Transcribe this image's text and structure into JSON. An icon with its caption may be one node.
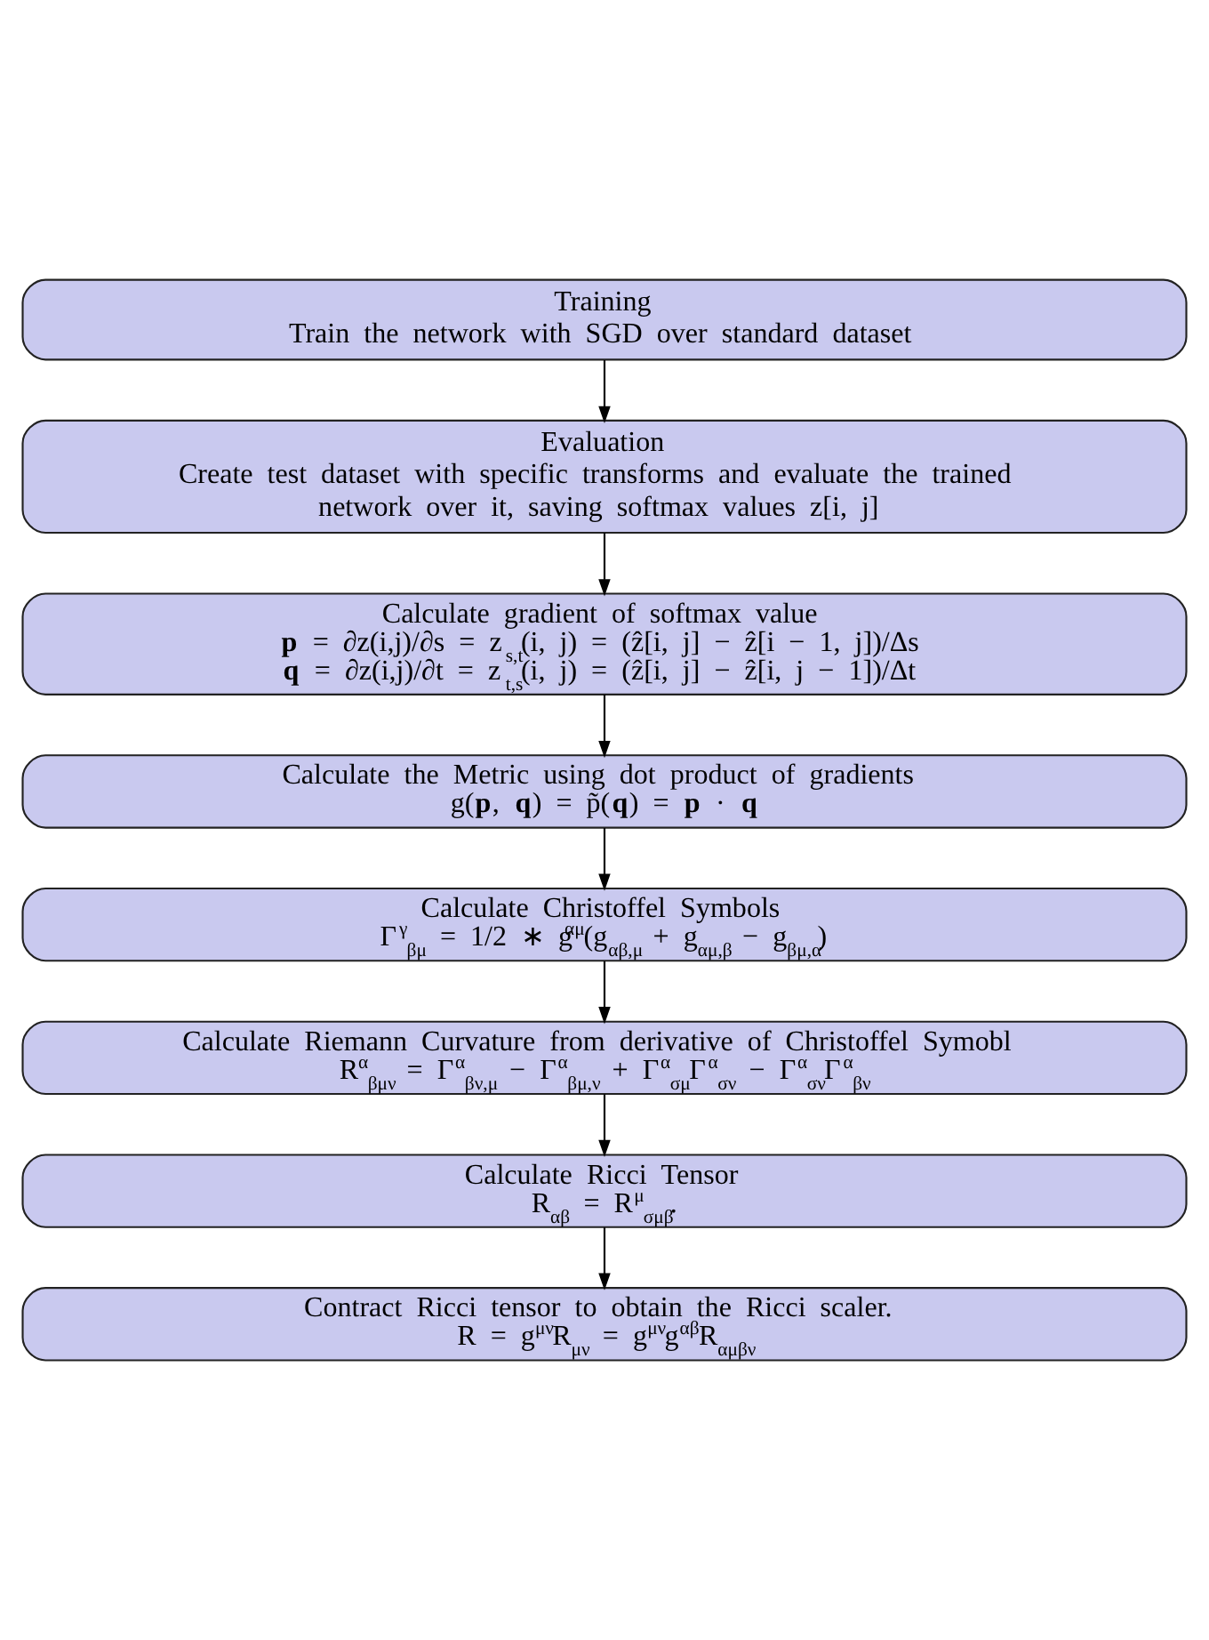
{
  "diagram": {
    "nodes": [
      {
        "text": [
          "Training",
          "Train the network with SGD over standard dataset"
        ]
      },
      {
        "text": [
          "Evaluation",
          "Create test dataset with specific transforms and evaluate the trained network over it, saving softmax values z[i, j]"
        ]
      },
      {
        "text": [
          "Calculate gradient of softmax value",
          "**p** = ∂z(i,j)/∂s = z$_{s,t}$(i, j) = (ẑ[i, j] − ẑ[i − 1, j])/Δs",
          "**q** = ∂z(i,j)/∂t = z$_{t,s}$(i, j) = (ẑ[i, j] − ẑ[i, j − 1])/Δt"
        ]
      },
      {
        "text": [
          "Calculate the Metric using dot product of gradients",
          "g(**p**, **q**) = p̃(**q**) = **p** · **q**"
        ]
      },
      {
        "text": [
          "Calculate Christoffel Symbols",
          "Γ$^{γ}$$_{βμ}$ = 1/2 ∗ g$^{αμ}$(g$_{αβ,μ}$ + g$_{αμ,β}$ − g$_{βμ,α}$)"
        ]
      },
      {
        "text": [
          "Calculate Riemann Curvature from derivative of Christoffel Symobl",
          "R$^{α}$$_{βμν}$ = Γ$^{α}$$_{βν,μ}$ − Γ$^{α}$$_{βμ,ν}$ + Γ$^{α}$$_{σμ}$Γ$^{α}$$_{σν}$ − Γ$^{α}$$_{σν}$Γ$^{α}$$_{βν}$"
        ]
      },
      {
        "text": [
          "Calculate Ricci Tensor",
          "R$_{αβ}$ = R$^{μ}$$_{σμβ}$."
        ]
      },
      {
        "text": [
          "Contract Ricci tensor to obtain the Ricci scaler.",
          "R = g$^{μν}$R$_{μν}$ = g$^{μν}$g$^{αβ}$R$_{αμβν}$"
        ]
      }
    ],
    "edges": [
      {
        "from": 0,
        "to": 1,
        "arrow": "to"
      },
      {
        "from": 1,
        "to": 2,
        "arrow": "to"
      },
      {
        "from": 2,
        "to": 3,
        "arrow": "to"
      },
      {
        "from": 3,
        "to": 4,
        "arrow": "to"
      },
      {
        "from": 4,
        "to": 5,
        "arrow": "to"
      },
      {
        "from": 5,
        "to": 6,
        "arrow": "to"
      },
      {
        "from": 6,
        "to": 7,
        "arrow": "to"
      }
    ]
  }
}
